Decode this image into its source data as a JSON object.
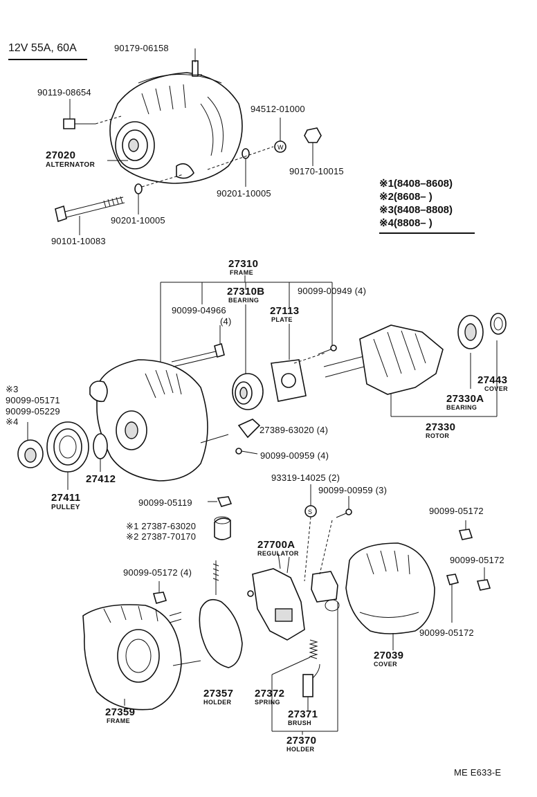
{
  "title": "12V 55A, 60A",
  "footer_code": "ME  E633-E",
  "legend": [
    {
      "mark": "※1",
      "range": "(8408–8608)"
    },
    {
      "mark": "※2",
      "range": "(8608–       )"
    },
    {
      "mark": "※3",
      "range": "(8408–8808)"
    },
    {
      "mark": "※4",
      "range": "(8808–       )"
    }
  ],
  "parts": {
    "p_90179_06158": "90179-06158",
    "p_90119_08654": "90119-08654",
    "p_27020": "27020",
    "p_27020_name": "ALTERNATOR",
    "p_94512_01000": "94512-01000",
    "p_90170_10015": "90170-10015",
    "p_90201_10005_a": "90201-10005",
    "p_90201_10005_b": "90201-10005",
    "p_90101_10083": "90101-10083",
    "p_27310": "27310",
    "p_27310_name": "FRAME",
    "p_27310B": "27310B",
    "p_27310B_name": "BEARING",
    "p_90099_04966": "90099-04966",
    "p_90099_04966_qty": "(4)",
    "p_27113": "27113",
    "p_27113_name": "PLATE",
    "p_90099_00949": "90099-00949  (4)",
    "p_mark3": "※3",
    "p_90099_05171": "90099-05171",
    "p_90099_05229": "90099-05229",
    "p_mark4": "※4",
    "p_27443": "27443",
    "p_27443_name": "COVER",
    "p_27330A": "27330A",
    "p_27330A_name": "BEARING",
    "p_27330": "27330",
    "p_27330_name": "ROTOR",
    "p_27389_63020": "27389-63020  (4)",
    "p_90099_00959_a": "90099-00959  (4)",
    "p_27412": "27412",
    "p_27411": "27411",
    "p_27411_name": "PULLEY",
    "p_93319_14025": "93319-14025  (2)",
    "p_90099_00959_b": "90099-00959  (3)",
    "p_90099_05119": "90099-05119",
    "p_27387_63020": "※1 27387-63020",
    "p_27387_70170": "※2 27387-70170",
    "p_90099_05172_a": "90099-05172",
    "p_90099_05172_b": "90099-05172",
    "p_90099_05172_c": "90099-05172  (4)",
    "p_90099_05172_d": "90099-05172",
    "p_27700A": "27700A",
    "p_27700A_name": "REGULATOR",
    "p_27039": "27039",
    "p_27039_name": "COVER",
    "p_27357": "27357",
    "p_27357_name": "HOLDER",
    "p_27372": "27372",
    "p_27372_name": "SPRING",
    "p_27371": "27371",
    "p_27371_name": "BRUSH",
    "p_27370": "27370",
    "p_27370_name": "HOLDER",
    "p_27359": "27359",
    "p_27359_name": "FRAME"
  }
}
